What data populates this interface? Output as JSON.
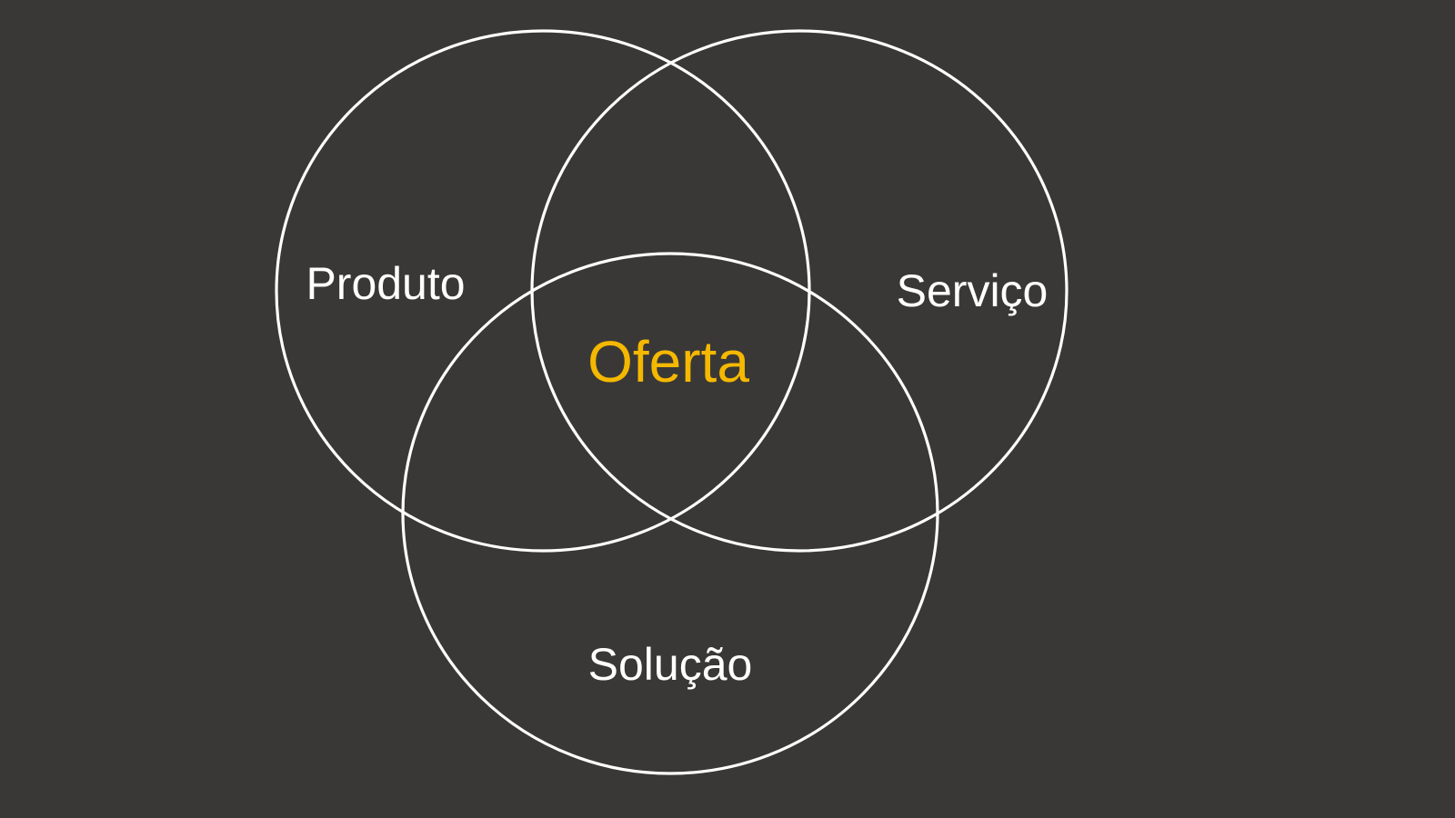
{
  "diagram": {
    "type": "venn",
    "sets": [
      {
        "id": "produto",
        "label": "Produto"
      },
      {
        "id": "servico",
        "label": "Serviço"
      },
      {
        "id": "solucao",
        "label": "Solução"
      }
    ],
    "intersection_label": "Oferta"
  },
  "colors": {
    "background": "#3a3836",
    "circle_stroke": "#ffffff",
    "set_label": "#ffffff",
    "intersection_label": "#f5b800"
  }
}
